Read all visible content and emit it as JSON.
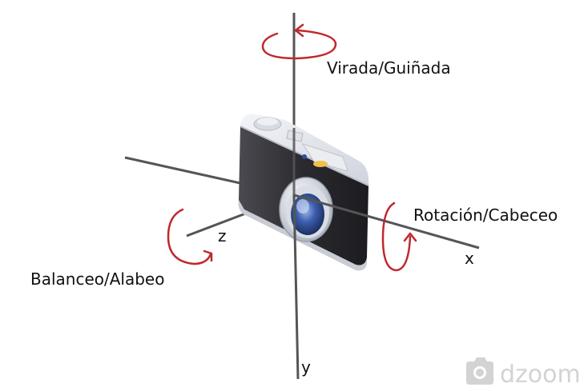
{
  "labels": {
    "yaw": "Virada/Guiñada",
    "pitch": "Rotación/Cabeceo",
    "roll": "Balanceo/Alabeo"
  },
  "axes": {
    "x": "x",
    "y": "y",
    "z": "z"
  },
  "watermark": {
    "brand": "dzoom"
  },
  "colors": {
    "axis": "#555555",
    "rotation_arrow": "#c0282d",
    "camera_body": "#2a2a2f",
    "camera_top": "#e6e8ee",
    "lens_glass": "#3c5fae",
    "watermark": "#d3d3d3"
  }
}
